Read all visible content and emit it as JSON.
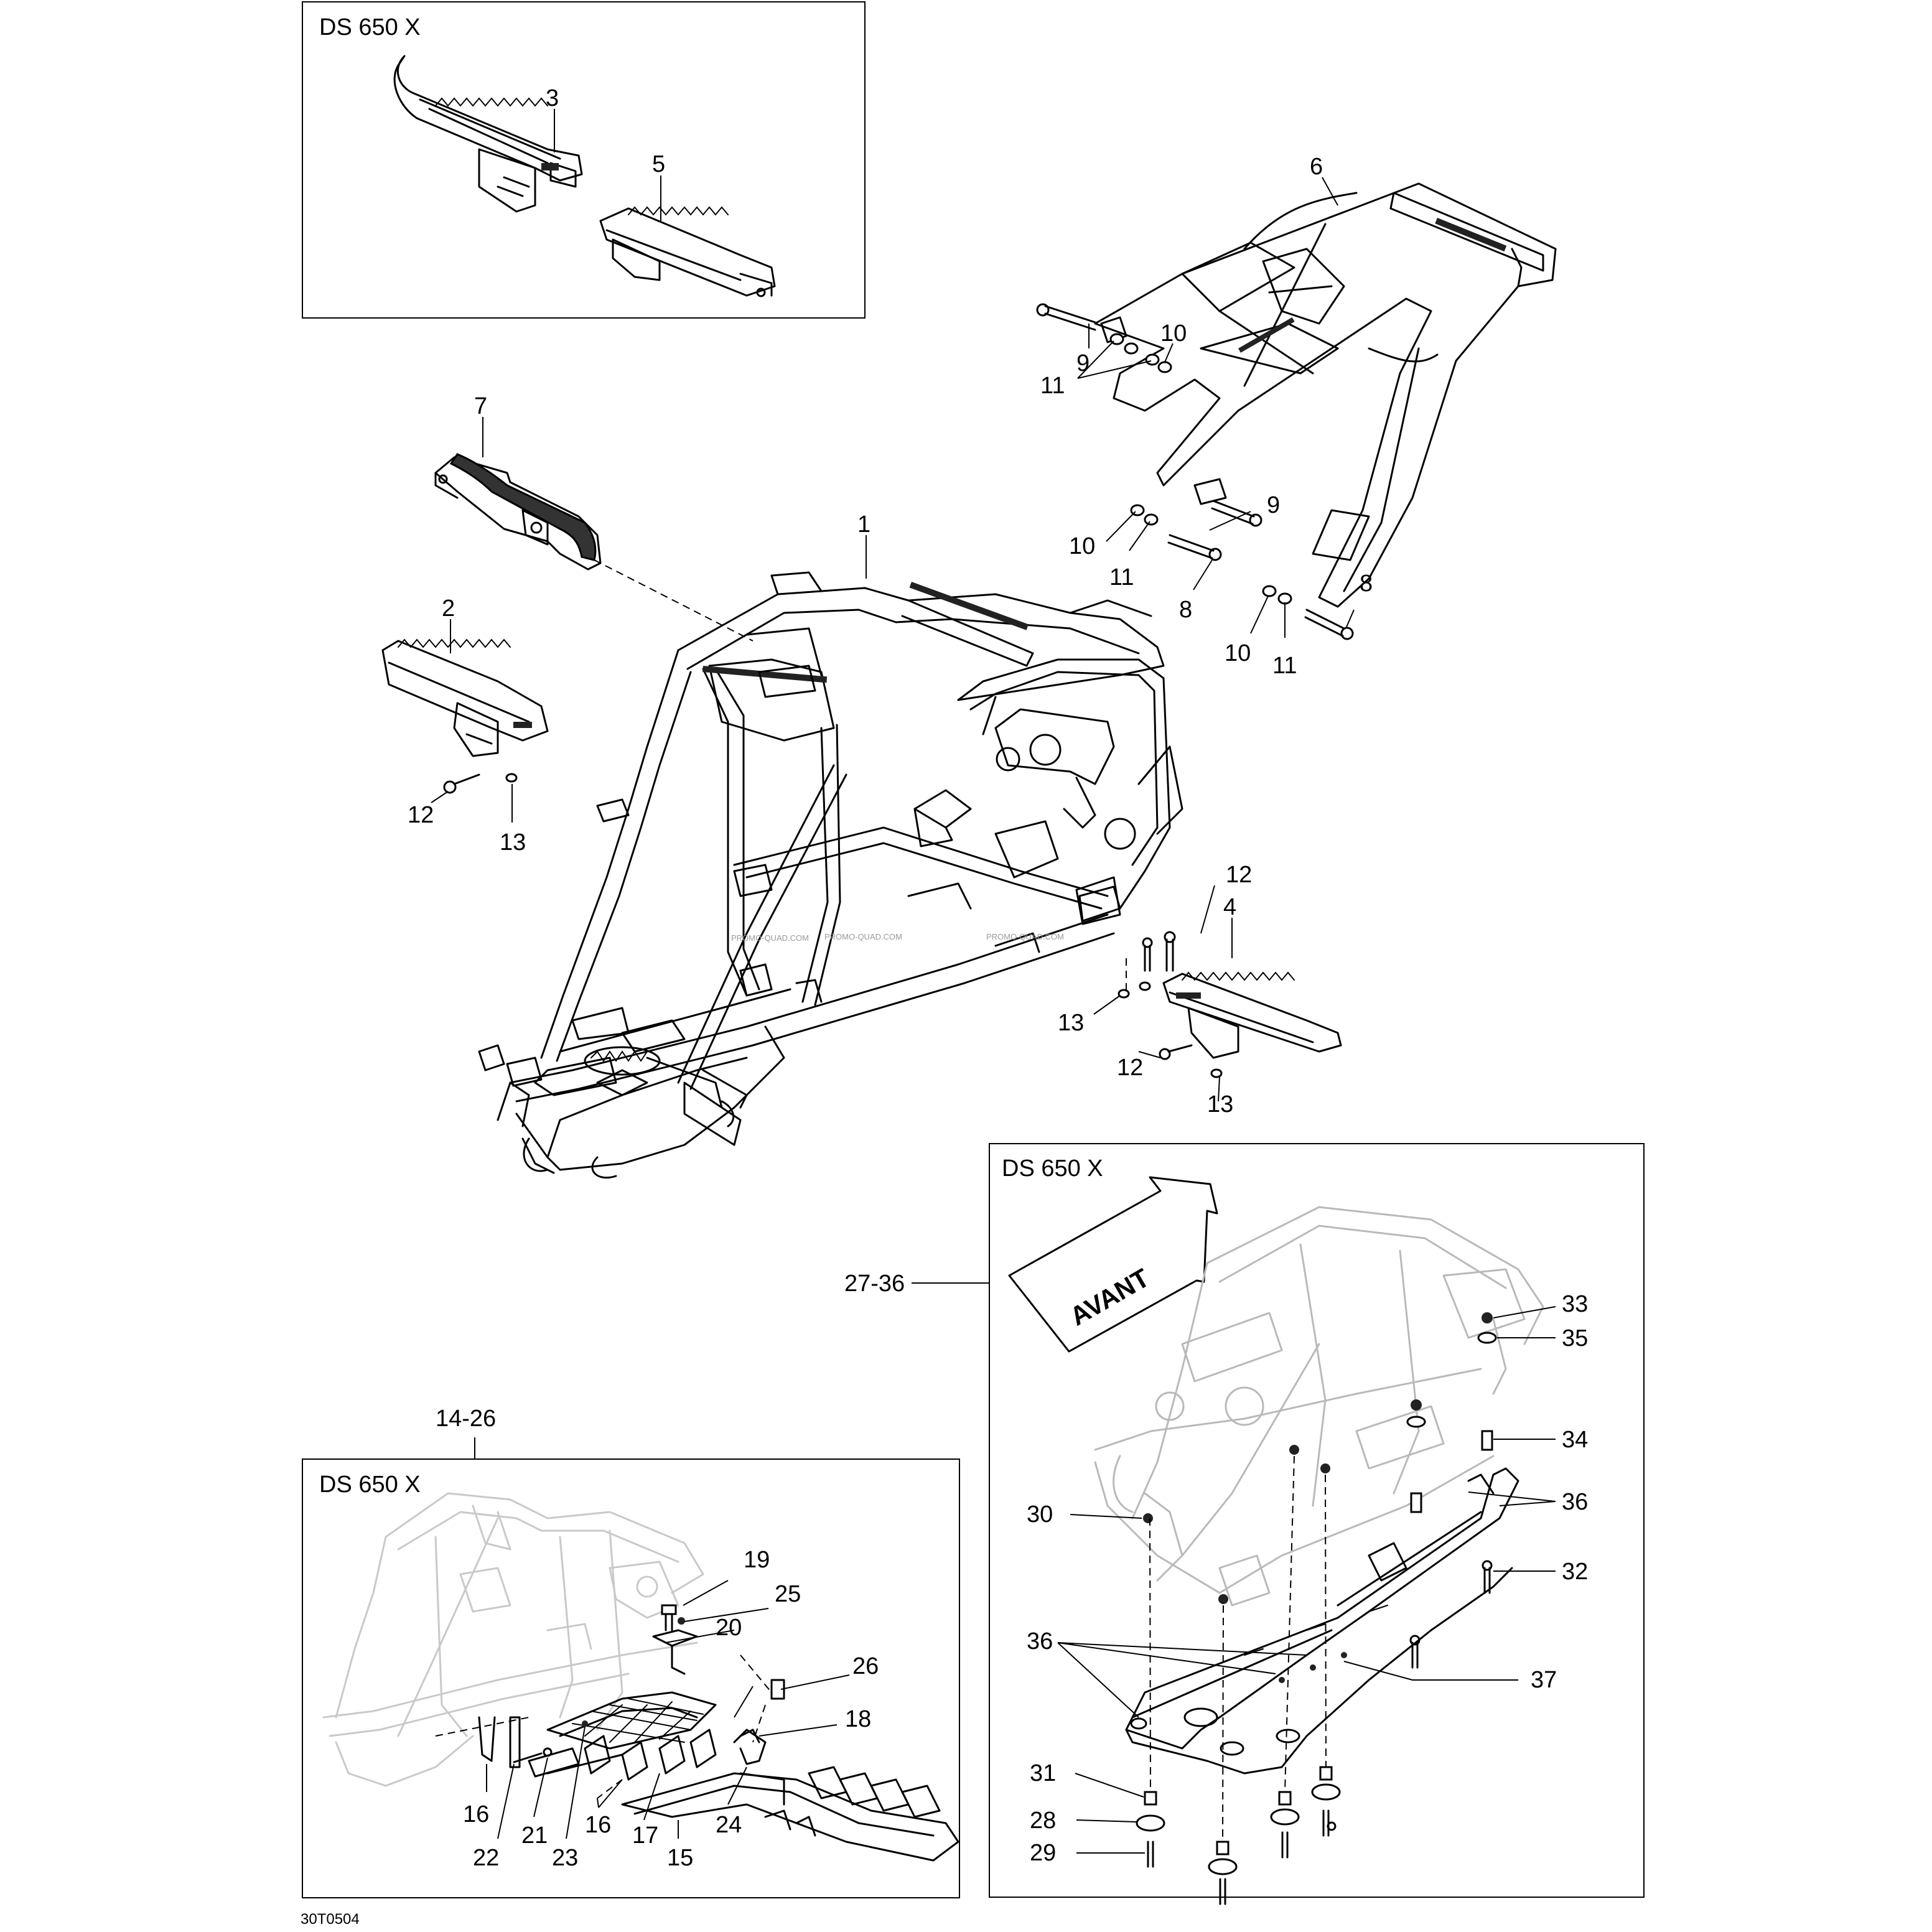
{
  "diagram": {
    "callouts": [
      "1",
      "2",
      "3",
      "4",
      "5",
      "6",
      "7",
      "8",
      "9",
      "10",
      "11",
      "12",
      "13",
      "14-26",
      "15",
      "16",
      "17",
      "18",
      "19",
      "20",
      "21",
      "22",
      "23",
      "24",
      "25",
      "26",
      "27-36",
      "28",
      "29",
      "30",
      "31",
      "32",
      "33",
      "34",
      "35",
      "36",
      "37"
    ],
    "insets": [
      {
        "title": "DS 650 X"
      },
      {
        "title": "DS 650 X"
      },
      {
        "title": "DS 650 X"
      }
    ],
    "direction_arrow": "AVANT",
    "drawing_code": "30T0504",
    "watermark": "PROMO-QUAD.COM"
  }
}
